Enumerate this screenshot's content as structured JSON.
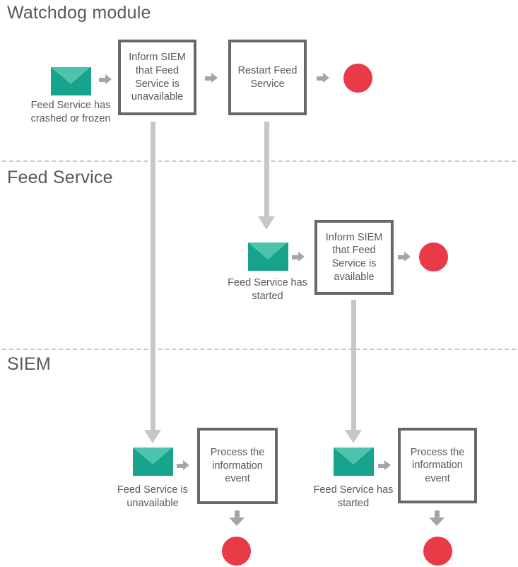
{
  "diagram": {
    "lanes": [
      {
        "title": "Watchdog module"
      },
      {
        "title": "Feed Service"
      },
      {
        "title": "SIEM"
      }
    ],
    "watchdog": {
      "event_label": "Feed Service has crashed or frozen",
      "task_inform": "Inform SIEM that Feed Service is unavailable",
      "task_restart": "Restart Feed Service"
    },
    "feed_service": {
      "event_label": "Feed Service has started",
      "task_inform": "Inform SIEM that Feed Service is available"
    },
    "siem": {
      "event1_label": "Feed Service is unavailable",
      "task1": "Process the information event",
      "event2_label": "Feed Service has started",
      "task2": "Process the information event"
    },
    "icons": {
      "message_event": "envelope-icon",
      "end_event": "red-circle-icon",
      "sequence_flow": "block-arrow-icon"
    }
  },
  "colors": {
    "background": "#ffffff",
    "text": "#595959",
    "box_border": "#66696b",
    "envelope_body": "#17a38c",
    "envelope_flap": "#4ec3ac",
    "end_event_red": "#e83a47",
    "arrow_gray": "#a2a6a8",
    "arrow_light": "#c7c7c7",
    "separator": "#c9c9c9"
  }
}
